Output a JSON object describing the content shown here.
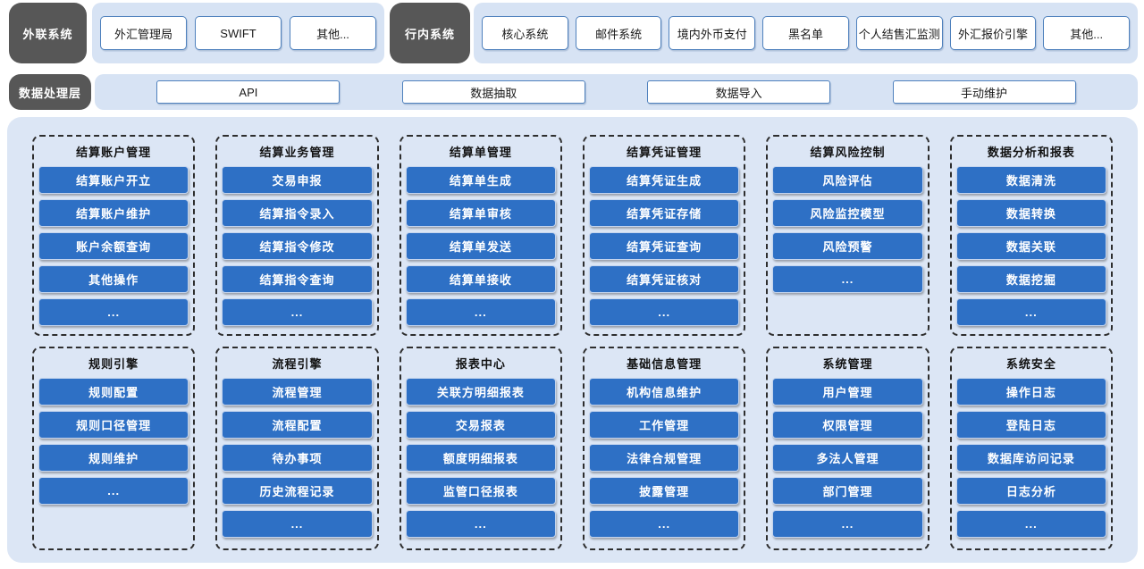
{
  "colors": {
    "accent_blue": "#2E70C5",
    "dark_label_bg": "#575757",
    "tray_bg": "#D7E3F4",
    "panel_bg": "#DCE6F5",
    "white_button_border": "#4F81BD"
  },
  "external_layer": {
    "label": "外联系统",
    "systems": [
      "外汇管理局",
      "SWIFT",
      "其他..."
    ]
  },
  "internal_layer": {
    "label": "行内系统",
    "systems": [
      "核心系统",
      "邮件系统",
      "境内外币支付",
      "黑名单",
      "个人结售汇监测",
      "外汇报价引擎",
      "其他..."
    ]
  },
  "data_layer": {
    "label": "数据处理层",
    "methods": [
      "API",
      "数据抽取",
      "数据导入",
      "手动维护"
    ]
  },
  "modules": [
    {
      "title": "结算账户管理",
      "items": [
        "结算账户开立",
        "结算账户维护",
        "账户余额查询",
        "其他操作",
        "..."
      ]
    },
    {
      "title": "结算业务管理",
      "items": [
        "交易申报",
        "结算指令录入",
        "结算指令修改",
        "结算指令查询",
        "..."
      ]
    },
    {
      "title": "结算单管理",
      "items": [
        "结算单生成",
        "结算单审核",
        "结算单发送",
        "结算单接收",
        "..."
      ]
    },
    {
      "title": "结算凭证管理",
      "items": [
        "结算凭证生成",
        "结算凭证存储",
        "结算凭证查询",
        "结算凭证核对",
        "..."
      ]
    },
    {
      "title": "结算风险控制",
      "items": [
        "风险评估",
        "风险监控模型",
        "风险预警",
        "..."
      ]
    },
    {
      "title": "数据分析和报表",
      "items": [
        "数据清洗",
        "数据转换",
        "数据关联",
        "数据挖掘",
        "..."
      ]
    },
    {
      "title": "规则引擎",
      "items": [
        "规则配置",
        "规则口径管理",
        "规则维护",
        "..."
      ]
    },
    {
      "title": "流程引擎",
      "items": [
        "流程管理",
        "流程配置",
        "待办事项",
        "历史流程记录",
        "..."
      ]
    },
    {
      "title": "报表中心",
      "items": [
        "关联方明细报表",
        "交易报表",
        "额度明细报表",
        "监管口径报表",
        "..."
      ]
    },
    {
      "title": "基础信息管理",
      "items": [
        "机构信息维护",
        "工作管理",
        "法律合规管理",
        "披露管理",
        "..."
      ]
    },
    {
      "title": "系统管理",
      "items": [
        "用户管理",
        "权限管理",
        "多法人管理",
        "部门管理",
        "..."
      ]
    },
    {
      "title": "系统安全",
      "items": [
        "操作日志",
        "登陆日志",
        "数据库访问记录",
        "日志分析",
        "..."
      ]
    }
  ]
}
